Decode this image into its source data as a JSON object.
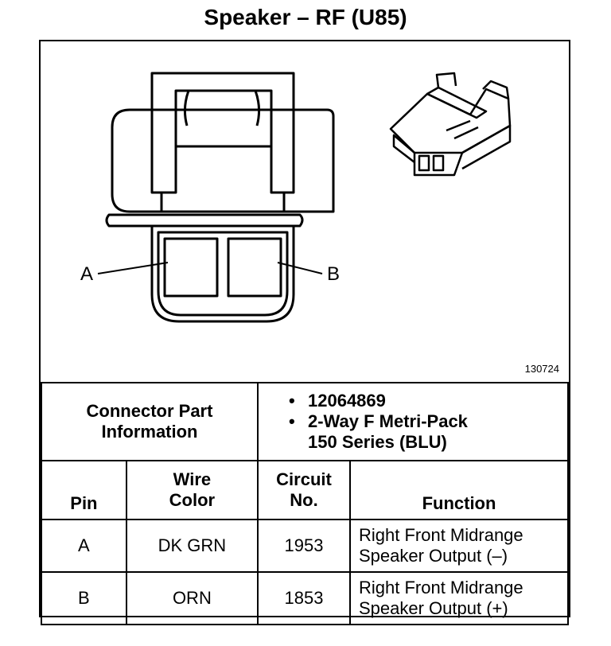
{
  "title": "Speaker – RF (U85)",
  "figure_number": "130724",
  "pin_labels": {
    "a": "A",
    "b": "B"
  },
  "connector_part_info": {
    "label_line1": "Connector Part",
    "label_line2": "Information",
    "values": [
      {
        "bullet": "•",
        "text": "12064869"
      },
      {
        "bullet": "•",
        "text": "2-Way F Metri-Pack"
      }
    ],
    "value_continuation": "150 Series (BLU)"
  },
  "table": {
    "headers": {
      "pin": "Pin",
      "wire_color_l1": "Wire",
      "wire_color_l2": "Color",
      "circuit_l1": "Circuit",
      "circuit_l2": "No.",
      "function": "Function"
    },
    "rows": [
      {
        "pin": "A",
        "wire_color": "DK GRN",
        "circuit": "1953",
        "function_l1": "Right Front Midrange",
        "function_l2": "Speaker Output (–)"
      },
      {
        "pin": "B",
        "wire_color": "ORN",
        "circuit": "1853",
        "function_l1": "Right Front Midrange",
        "function_l2": "Speaker Output (+)"
      }
    ]
  }
}
